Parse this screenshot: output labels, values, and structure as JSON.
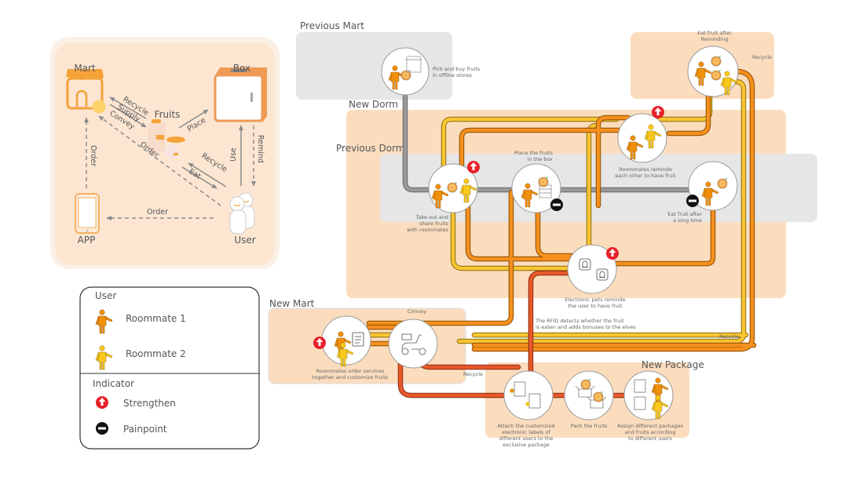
{
  "overview": {
    "nodes": {
      "mart": "Mart",
      "box": "Box",
      "fruits": "Fruits",
      "app": "APP",
      "user": "User"
    },
    "edges": {
      "recycle_mart": "Recycle",
      "supply": "Supply",
      "convey": "Convey",
      "place": "Place",
      "order_diag": "Order",
      "recycle_user": "Recycle",
      "eat": "Eat",
      "use": "Use",
      "remind": "Remind",
      "order_app_mart": "Order",
      "order_user_app": "Order"
    }
  },
  "legend": {
    "user_title": "User",
    "roommate1": "Roommate 1",
    "roommate2": "Roommate 2",
    "indicator_title": "Indicator",
    "strengthen": "Strengthen",
    "painpoint": "Painpoint"
  },
  "colors": {
    "roommate1": "#F0900A",
    "roommate2": "#F8C81C",
    "gray_line": "#9a9a9a",
    "orange_line": "#F5901E",
    "yellow_line": "#F9C531",
    "red_line": "#E8582A",
    "zone_peach": "#FBDDBE",
    "zone_gray": "#E6E6E6",
    "strengthen": "#E8202A",
    "painpoint": "#111111"
  },
  "zones": {
    "previous_mart": "Previous Mart",
    "new_dorm": "New Dorm",
    "previous_dorm": "Previous Dorm",
    "new_mart": "New Mart",
    "new_package": "New Package"
  },
  "steps": {
    "pick_buy": [
      "Pick and buy fruits",
      "in offline stores"
    ],
    "eat_after_remind": [
      "Eat fruit after",
      "Reminding"
    ],
    "recycle_top": "Recycle",
    "roommates_remind": [
      "Roommates reminde",
      "each other to have fruit"
    ],
    "take_out_share": [
      "Take out and",
      "share fruits",
      "with roommates"
    ],
    "place_fruits": [
      "Place the fruits",
      "in the box"
    ],
    "eat_long_time": [
      "Eat fruit after",
      "a long time"
    ],
    "electronic_pets": [
      "Electronic pets reminde",
      "the user to have fruit"
    ],
    "rfid": [
      "The RFID detects whether the fruit",
      "is eaten and adds bonuses to the elves"
    ],
    "recycle_right": "Recycle",
    "convey": "Convey",
    "roommates_order": [
      "Roommates order services",
      "together and customize fruits"
    ],
    "recycle_mid": "Recycle",
    "attach_labels": [
      "Attach the customized",
      "electronic labels of",
      "different users to the",
      "exclusive package"
    ],
    "pack": "Pack the fruits",
    "assign": [
      "Assign different packages",
      "and fruits according",
      "to different users"
    ]
  }
}
